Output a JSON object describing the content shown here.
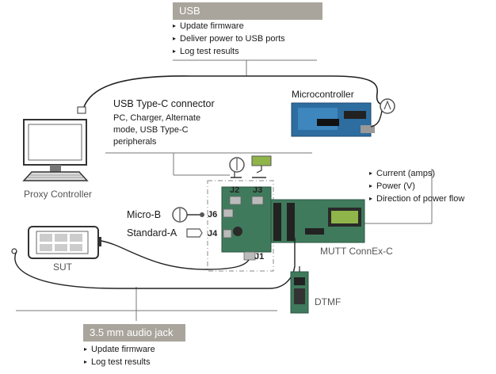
{
  "usb_box": {
    "title": "USB",
    "items": [
      "Update firmware",
      "Deliver power to USB ports",
      "Log test results"
    ]
  },
  "microcontroller": {
    "label": "Microcontroller"
  },
  "usbc_box": {
    "title": "USB Type-C connector",
    "lines": [
      "PC, Charger, Alternate",
      "mode, USB Type-C",
      "peripherals"
    ]
  },
  "proxy": {
    "label": "Proxy Controller"
  },
  "measurements": {
    "items": [
      "Current (amps)",
      "Power (V)",
      "Direction of power flow"
    ]
  },
  "board": {
    "label": "MUTT ConnEx-C"
  },
  "connectors": {
    "micro_b": "Micro-B",
    "standard_a": "Standard-A",
    "j2": "J2",
    "j3": "J3",
    "j6": "J6",
    "j4": "J4",
    "j1": "J1"
  },
  "sut": {
    "label": "SUT"
  },
  "dtmf": {
    "label": "DTMF"
  },
  "audio_box": {
    "title": "3.5 mm audio jack",
    "items": [
      "Update firmware",
      "Log test results"
    ]
  },
  "colors": {
    "box_gray": "#a9a59c",
    "board_green": "#3f7a5c",
    "lcd_green": "#8fb44a"
  }
}
